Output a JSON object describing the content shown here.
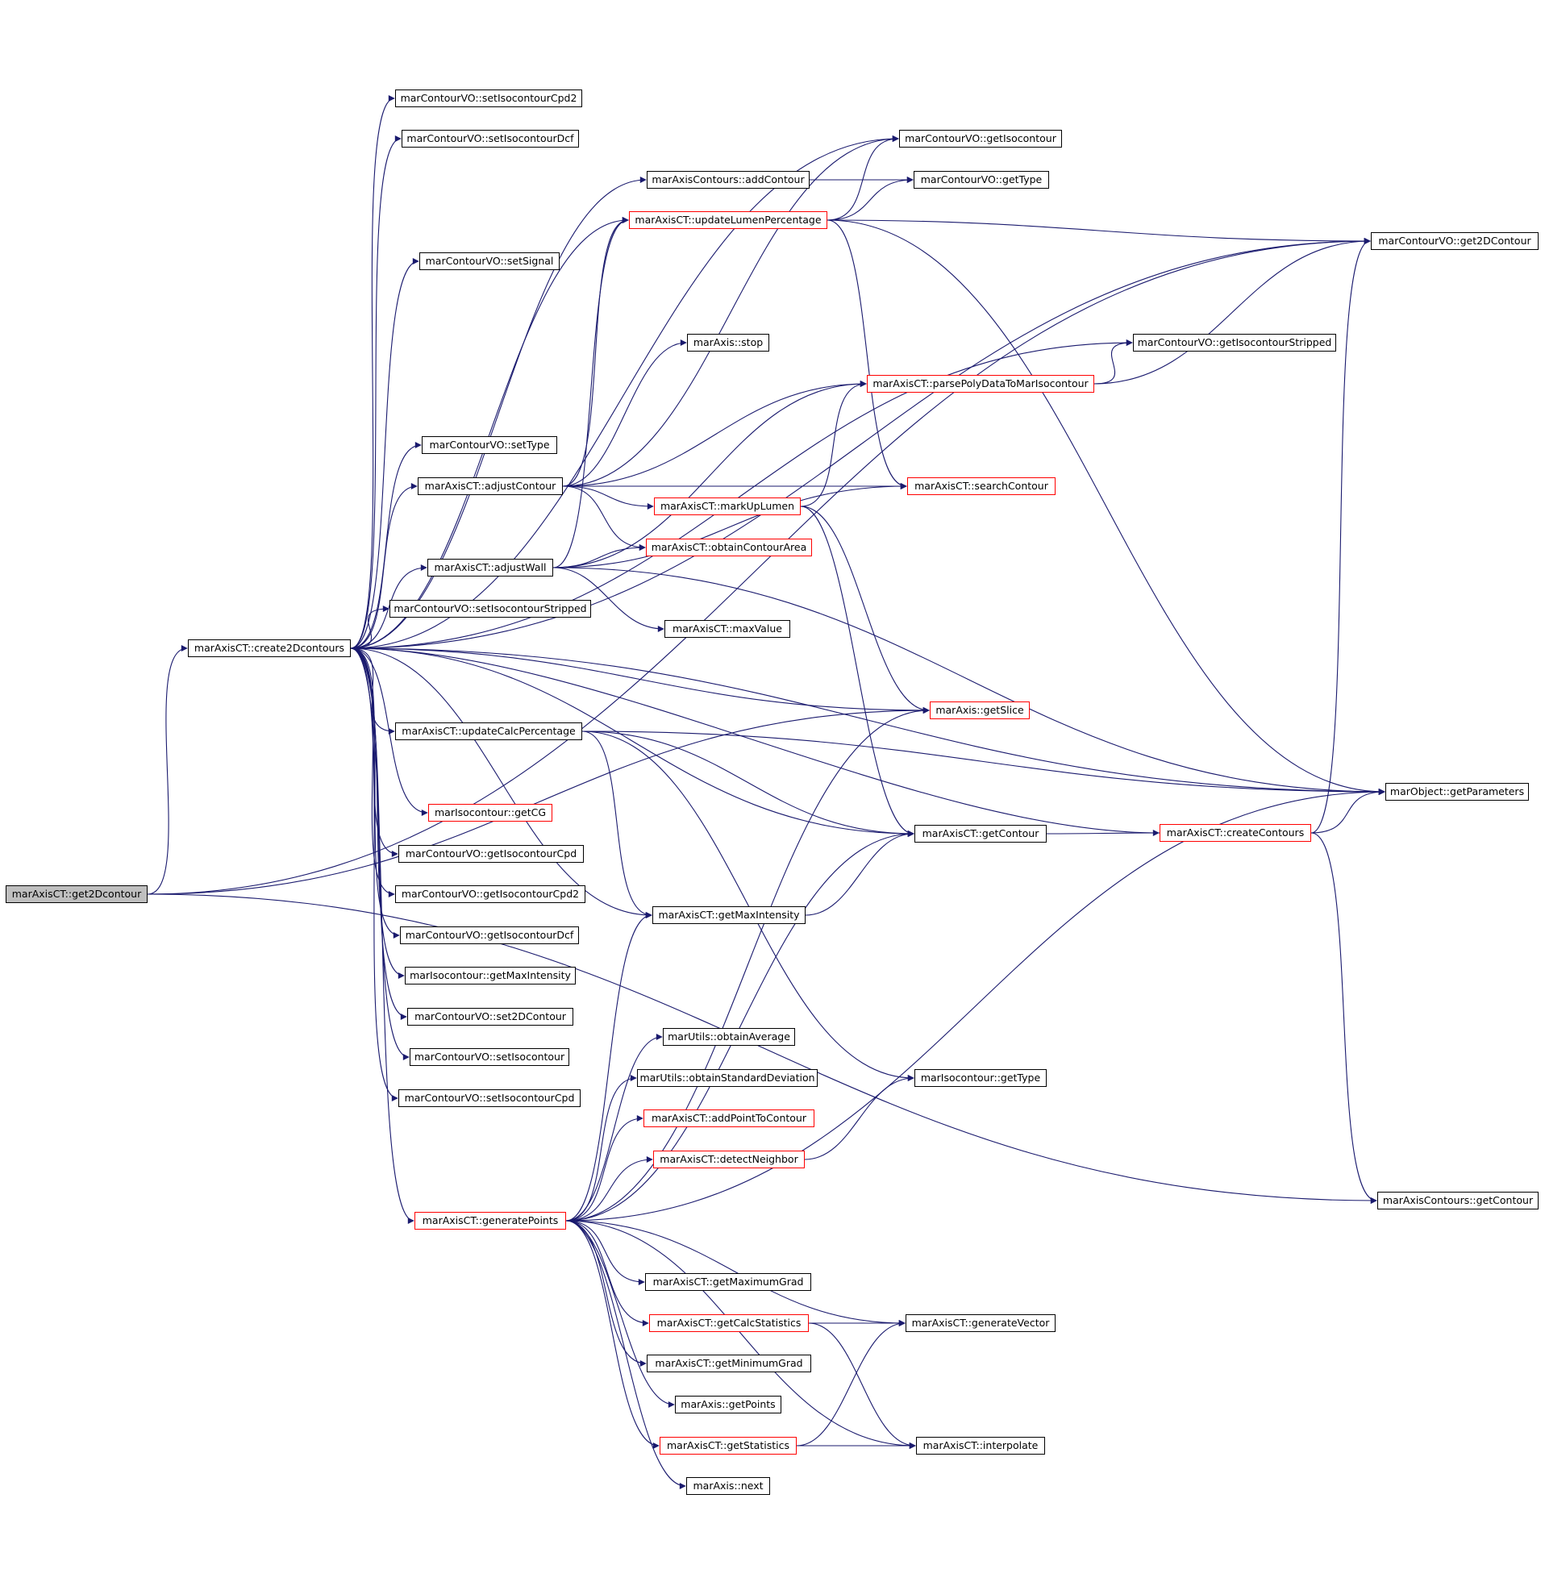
{
  "diagram": {
    "colors": {
      "edge": "#1a1a6e",
      "node_border": "#000000",
      "highlight_border": "#ff0000",
      "root_fill": "#bfbfbf"
    },
    "nodes": [
      {
        "id": "get2Dcontour",
        "label": "marAxisCT::get2Dcontour",
        "style": "root"
      },
      {
        "id": "create2Dcontours",
        "label": "marAxisCT::create2Dcontours",
        "style": "normal"
      },
      {
        "id": "setIsocontourCpd2",
        "label": "marContourVO::setIsocontourCpd2",
        "style": "normal"
      },
      {
        "id": "setIsocontourDcf",
        "label": "marContourVO::setIsocontourDcf",
        "style": "normal"
      },
      {
        "id": "setSignal",
        "label": "marContourVO::setSignal",
        "style": "normal"
      },
      {
        "id": "setType",
        "label": "marContourVO::setType",
        "style": "normal"
      },
      {
        "id": "adjustContour",
        "label": "marAxisCT::adjustContour",
        "style": "normal"
      },
      {
        "id": "adjustWall",
        "label": "marAxisCT::adjustWall",
        "style": "normal"
      },
      {
        "id": "setIsocontourStripped",
        "label": "marContourVO::setIsocontourStripped",
        "style": "normal"
      },
      {
        "id": "updateCalcPercentage",
        "label": "marAxisCT::updateCalcPercentage",
        "style": "normal"
      },
      {
        "id": "getCG",
        "label": "marIsocontour::getCG",
        "style": "red"
      },
      {
        "id": "getIsocontourCpd",
        "label": "marContourVO::getIsocontourCpd",
        "style": "normal"
      },
      {
        "id": "getIsocontourCpd2",
        "label": "marContourVO::getIsocontourCpd2",
        "style": "normal"
      },
      {
        "id": "getIsocontourDcf",
        "label": "marContourVO::getIsocontourDcf",
        "style": "normal"
      },
      {
        "id": "isoGetMaxIntensity",
        "label": "marIsocontour::getMaxIntensity",
        "style": "normal"
      },
      {
        "id": "set2DContour",
        "label": "marContourVO::set2DContour",
        "style": "normal"
      },
      {
        "id": "setIsocontour",
        "label": "marContourVO::setIsocontour",
        "style": "normal"
      },
      {
        "id": "setIsocontourCpd",
        "label": "marContourVO::setIsocontourCpd",
        "style": "normal"
      },
      {
        "id": "generatePoints",
        "label": "marAxisCT::generatePoints",
        "style": "red"
      },
      {
        "id": "addContour",
        "label": "marAxisContours::addContour",
        "style": "normal"
      },
      {
        "id": "updateLumenPercentage",
        "label": "marAxisCT::updateLumenPercentage",
        "style": "red"
      },
      {
        "id": "stop",
        "label": "marAxis::stop",
        "style": "normal"
      },
      {
        "id": "markUpLumen",
        "label": "marAxisCT::markUpLumen",
        "style": "red"
      },
      {
        "id": "obtainContourArea",
        "label": "marAxisCT::obtainContourArea",
        "style": "red"
      },
      {
        "id": "maxValue",
        "label": "marAxisCT::maxValue",
        "style": "normal"
      },
      {
        "id": "ctGetMaxIntensity",
        "label": "marAxisCT::getMaxIntensity",
        "style": "normal"
      },
      {
        "id": "obtainAverage",
        "label": "marUtils::obtainAverage",
        "style": "normal"
      },
      {
        "id": "obtainStandardDeviation",
        "label": "marUtils::obtainStandardDeviation",
        "style": "normal"
      },
      {
        "id": "addPointToContour",
        "label": "marAxisCT::addPointToContour",
        "style": "red"
      },
      {
        "id": "detectNeighbor",
        "label": "marAxisCT::detectNeighbor",
        "style": "red"
      },
      {
        "id": "getMaximumGrad",
        "label": "marAxisCT::getMaximumGrad",
        "style": "normal"
      },
      {
        "id": "getCalcStatistics",
        "label": "marAxisCT::getCalcStatistics",
        "style": "red"
      },
      {
        "id": "getMinimumGrad",
        "label": "marAxisCT::getMinimumGrad",
        "style": "normal"
      },
      {
        "id": "getPoints",
        "label": "marAxis::getPoints",
        "style": "normal"
      },
      {
        "id": "getStatistics",
        "label": "marAxisCT::getStatistics",
        "style": "red"
      },
      {
        "id": "next",
        "label": "marAxis::next",
        "style": "normal"
      },
      {
        "id": "getIsocontour",
        "label": "marContourVO::getIsocontour",
        "style": "normal"
      },
      {
        "id": "voGetType",
        "label": "marContourVO::getType",
        "style": "normal"
      },
      {
        "id": "parsePolyData",
        "label": "marAxisCT::parsePolyDataToMarIsocontour",
        "style": "red"
      },
      {
        "id": "searchContour",
        "label": "marAxisCT::searchContour",
        "style": "red"
      },
      {
        "id": "getSlice",
        "label": "marAxis::getSlice",
        "style": "red"
      },
      {
        "id": "getContour",
        "label": "marAxisCT::getContour",
        "style": "normal"
      },
      {
        "id": "isoGetType",
        "label": "marIsocontour::getType",
        "style": "normal"
      },
      {
        "id": "generateVector",
        "label": "marAxisCT::generateVector",
        "style": "normal"
      },
      {
        "id": "interpolate",
        "label": "marAxisCT::interpolate",
        "style": "normal"
      },
      {
        "id": "getIsocontourStripped",
        "label": "marContourVO::getIsocontourStripped",
        "style": "normal"
      },
      {
        "id": "createContours",
        "label": "marAxisCT::createContours",
        "style": "red"
      },
      {
        "id": "get2DContourVO",
        "label": "marContourVO::get2DContour",
        "style": "normal"
      },
      {
        "id": "getParameters",
        "label": "marObject::getParameters",
        "style": "normal"
      },
      {
        "id": "axisContoursGetContour",
        "label": "marAxisContours::getContour",
        "style": "normal"
      }
    ],
    "edges": [
      [
        "get2Dcontour",
        "create2Dcontours"
      ],
      [
        "get2Dcontour",
        "get2DContourVO"
      ],
      [
        "get2Dcontour",
        "getSlice"
      ],
      [
        "get2Dcontour",
        "axisContoursGetContour"
      ],
      [
        "create2Dcontours",
        "setIsocontourCpd2"
      ],
      [
        "create2Dcontours",
        "setIsocontourDcf"
      ],
      [
        "create2Dcontours",
        "setSignal"
      ],
      [
        "create2Dcontours",
        "setType"
      ],
      [
        "create2Dcontours",
        "adjustContour"
      ],
      [
        "create2Dcontours",
        "adjustWall"
      ],
      [
        "create2Dcontours",
        "setIsocontourStripped"
      ],
      [
        "create2Dcontours",
        "updateCalcPercentage"
      ],
      [
        "create2Dcontours",
        "getCG"
      ],
      [
        "create2Dcontours",
        "getIsocontourCpd"
      ],
      [
        "create2Dcontours",
        "getIsocontourCpd2"
      ],
      [
        "create2Dcontours",
        "getIsocontourDcf"
      ],
      [
        "create2Dcontours",
        "isoGetMaxIntensity"
      ],
      [
        "create2Dcontours",
        "set2DContour"
      ],
      [
        "create2Dcontours",
        "setIsocontour"
      ],
      [
        "create2Dcontours",
        "setIsocontourCpd"
      ],
      [
        "create2Dcontours",
        "generatePoints"
      ],
      [
        "create2Dcontours",
        "addContour"
      ],
      [
        "create2Dcontours",
        "updateLumenPercentage"
      ],
      [
        "create2Dcontours",
        "getIsocontour"
      ],
      [
        "create2Dcontours",
        "get2DContourVO"
      ],
      [
        "create2Dcontours",
        "getIsocontourStripped"
      ],
      [
        "create2Dcontours",
        "getSlice"
      ],
      [
        "create2Dcontours",
        "ctGetMaxIntensity"
      ],
      [
        "create2Dcontours",
        "getParameters"
      ],
      [
        "create2Dcontours",
        "getContour"
      ],
      [
        "adjustContour",
        "stop"
      ],
      [
        "adjustContour",
        "parsePolyData"
      ],
      [
        "adjustContour",
        "markUpLumen"
      ],
      [
        "adjustContour",
        "searchContour"
      ],
      [
        "adjustContour",
        "obtainContourArea"
      ],
      [
        "adjustContour",
        "getIsocontour"
      ],
      [
        "adjustContour",
        "updateLumenPercentage"
      ],
      [
        "adjustWall",
        "parsePolyData"
      ],
      [
        "adjustWall",
        "searchContour"
      ],
      [
        "adjustWall",
        "obtainContourArea"
      ],
      [
        "adjustWall",
        "maxValue"
      ],
      [
        "adjustWall",
        "getParameters"
      ],
      [
        "adjustWall",
        "updateLumenPercentage"
      ],
      [
        "addContour",
        "voGetType"
      ],
      [
        "updateLumenPercentage",
        "getIsocontour"
      ],
      [
        "updateLumenPercentage",
        "voGetType"
      ],
      [
        "updateLumenPercentage",
        "get2DContourVO"
      ],
      [
        "updateLumenPercentage",
        "getParameters"
      ],
      [
        "updateLumenPercentage",
        "searchContour"
      ],
      [
        "parsePolyData",
        "getIsocontourStripped"
      ],
      [
        "parsePolyData",
        "get2DContourVO"
      ],
      [
        "markUpLumen",
        "parsePolyData"
      ],
      [
        "markUpLumen",
        "getSlice"
      ],
      [
        "markUpLumen",
        "getContour"
      ],
      [
        "updateCalcPercentage",
        "getParameters"
      ],
      [
        "updateCalcPercentage",
        "getContour"
      ],
      [
        "updateCalcPercentage",
        "ctGetMaxIntensity"
      ],
      [
        "updateCalcPercentage",
        "isoGetType"
      ],
      [
        "ctGetMaxIntensity",
        "getContour"
      ],
      [
        "getContour",
        "createContours"
      ],
      [
        "createContours",
        "create2Dcontours"
      ],
      [
        "createContours",
        "get2DContourVO"
      ],
      [
        "createContours",
        "getParameters"
      ],
      [
        "createContours",
        "axisContoursGetContour"
      ],
      [
        "detectNeighbor",
        "isoGetType"
      ],
      [
        "generatePoints",
        "obtainAverage"
      ],
      [
        "generatePoints",
        "obtainStandardDeviation"
      ],
      [
        "generatePoints",
        "addPointToContour"
      ],
      [
        "generatePoints",
        "detectNeighbor"
      ],
      [
        "generatePoints",
        "getMaximumGrad"
      ],
      [
        "generatePoints",
        "getCalcStatistics"
      ],
      [
        "generatePoints",
        "getMinimumGrad"
      ],
      [
        "generatePoints",
        "getPoints"
      ],
      [
        "generatePoints",
        "getStatistics"
      ],
      [
        "generatePoints",
        "next"
      ],
      [
        "generatePoints",
        "getSlice"
      ],
      [
        "generatePoints",
        "generateVector"
      ],
      [
        "generatePoints",
        "interpolate"
      ],
      [
        "generatePoints",
        "ctGetMaxIntensity"
      ],
      [
        "generatePoints",
        "getParameters"
      ],
      [
        "generatePoints",
        "getContour"
      ],
      [
        "getCalcStatistics",
        "generateVector"
      ],
      [
        "getCalcStatistics",
        "interpolate"
      ],
      [
        "getStatistics",
        "generateVector"
      ],
      [
        "getStatistics",
        "interpolate"
      ]
    ]
  }
}
